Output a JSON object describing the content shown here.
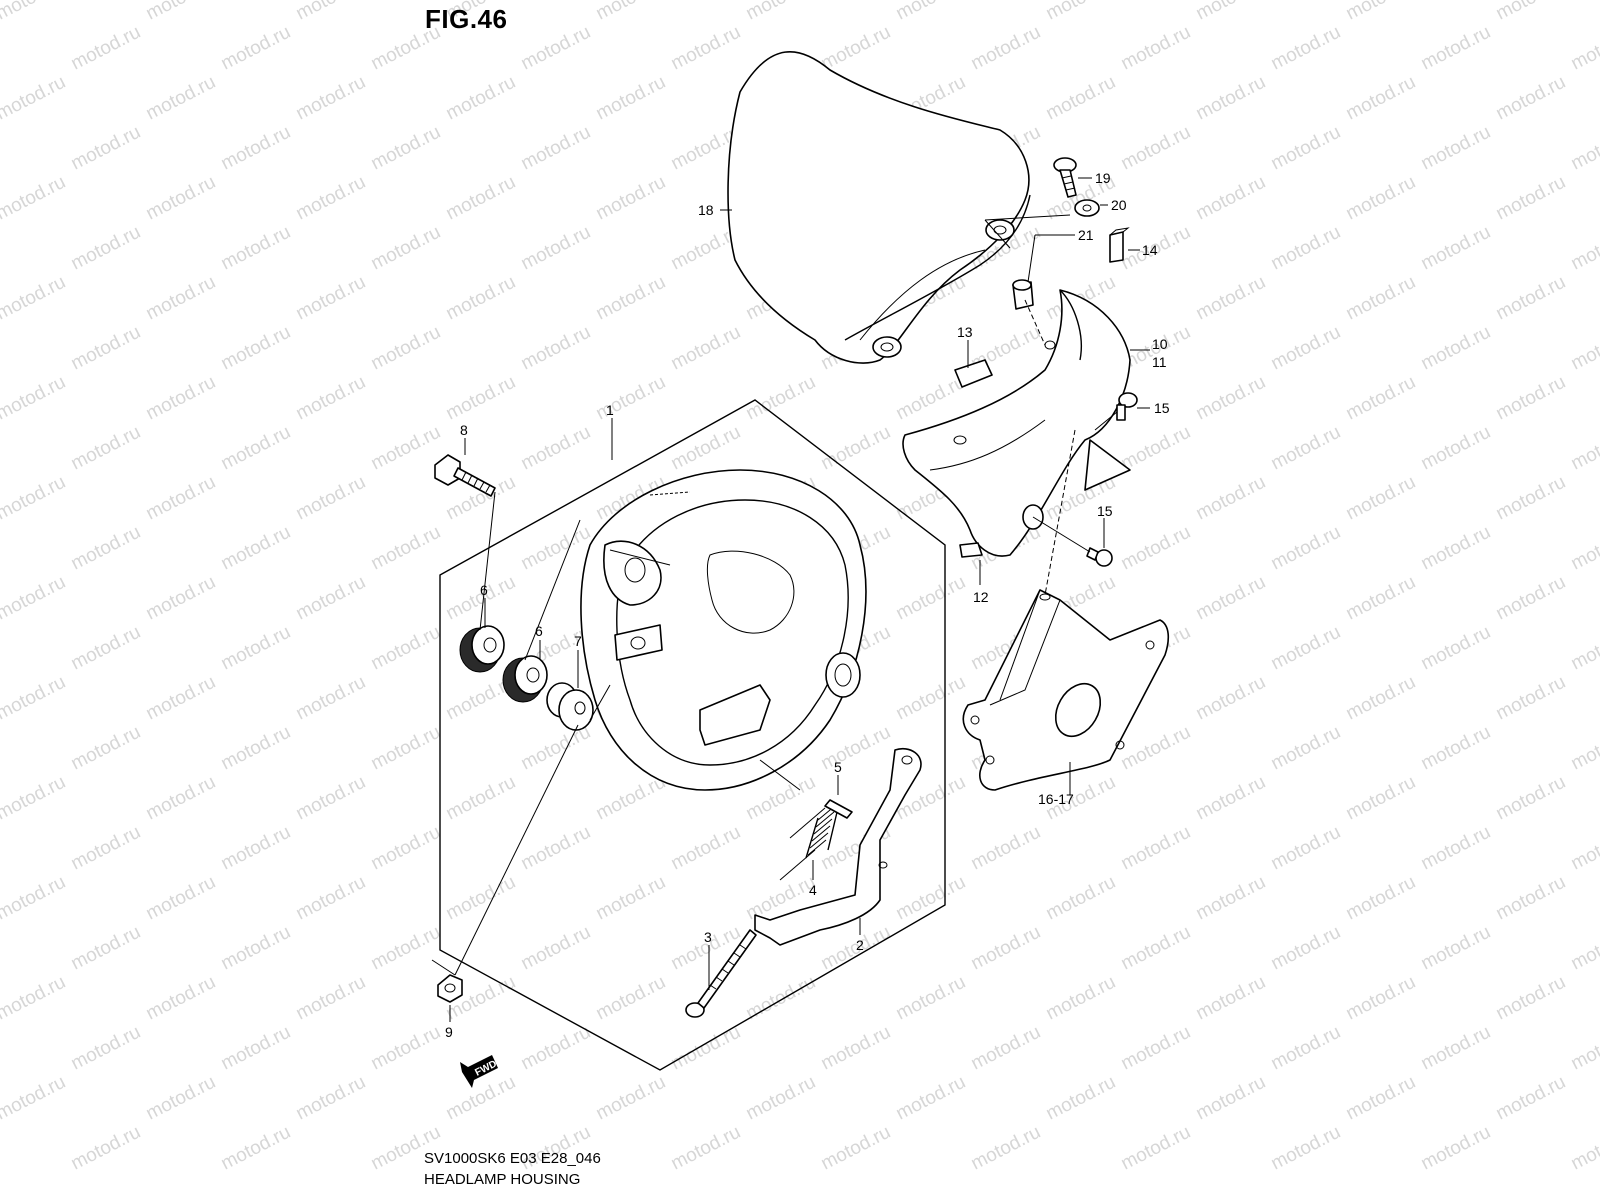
{
  "figure": {
    "title": "FIG.46",
    "code": "SV1000SK6 E03 E28_046",
    "name": "HEADLAMP HOUSING",
    "watermark": "motod.ru",
    "fwd_label": "FWD"
  },
  "callouts": [
    "1",
    "2",
    "3",
    "4",
    "5",
    "6",
    "6",
    "7",
    "8",
    "9",
    "10",
    "11",
    "12",
    "13",
    "14",
    "15",
    "15",
    "16-17",
    "18",
    "19",
    "20",
    "21"
  ],
  "colors": {
    "ink": "#000000",
    "watermark": "#d6d6d6",
    "background": "#ffffff"
  }
}
